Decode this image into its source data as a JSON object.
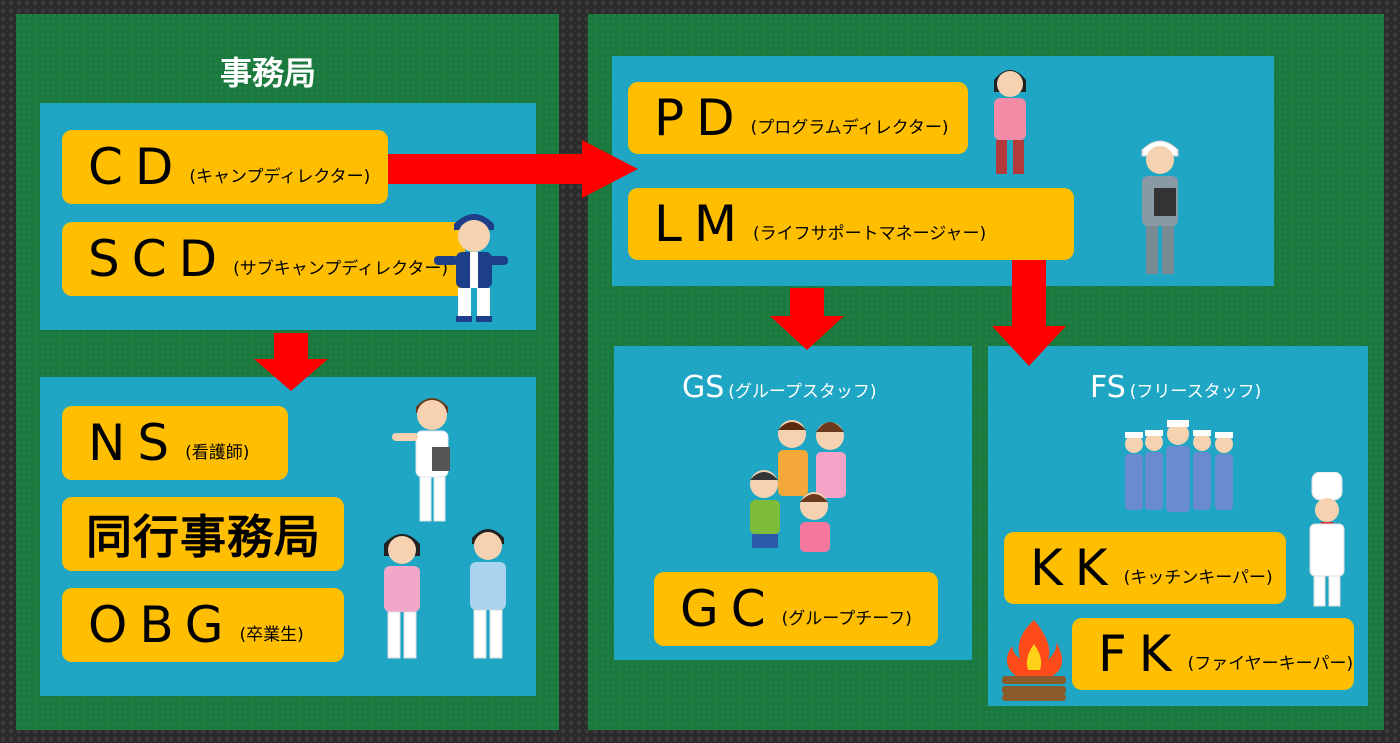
{
  "left_panel": {
    "title": "事務局",
    "top_box": {
      "cd": {
        "abbr": "CD",
        "sub": "(キャンプディレクター)"
      },
      "scd": {
        "abbr": "SCD",
        "sub": "(サブキャンプディレクター)"
      }
    },
    "bottom_box": {
      "ns": {
        "abbr": "NS",
        "sub": "(看護師)"
      },
      "accompany": {
        "label": "同行事務局"
      },
      "obg": {
        "abbr": "OBG",
        "sub": "(卒業生)"
      }
    }
  },
  "right_panel": {
    "top_box": {
      "pd": {
        "abbr": "PD",
        "sub": "(プログラムディレクター)"
      },
      "lm": {
        "abbr": "LM",
        "sub": "(ライフサポートマネージャー)"
      }
    },
    "gs_box": {
      "heading_abbr": "GS",
      "heading_sub": "(グループスタッフ)",
      "gc": {
        "abbr": "GC",
        "sub": "(グループチーフ)"
      }
    },
    "fs_box": {
      "heading_abbr": "FS",
      "heading_sub": "(フリースタッフ)",
      "kk": {
        "abbr": "KK",
        "sub": "(キッチンキーパー)"
      },
      "fk": {
        "abbr": "FK",
        "sub": "(ファイヤーキーパー)"
      }
    }
  },
  "colors": {
    "panel": "#1a7a3e",
    "box": "#1fa6c4",
    "pill": "#ffbf00",
    "arrow": "#ff0000"
  },
  "icons": [
    "coach-figure",
    "nurse-male-figure",
    "nurse-female-figure",
    "nurse-male2-figure",
    "woman-lanyard-figure",
    "worker-clipboard-figure",
    "family-figure",
    "worker-group-figure",
    "chef-figure",
    "campfire-figure"
  ]
}
